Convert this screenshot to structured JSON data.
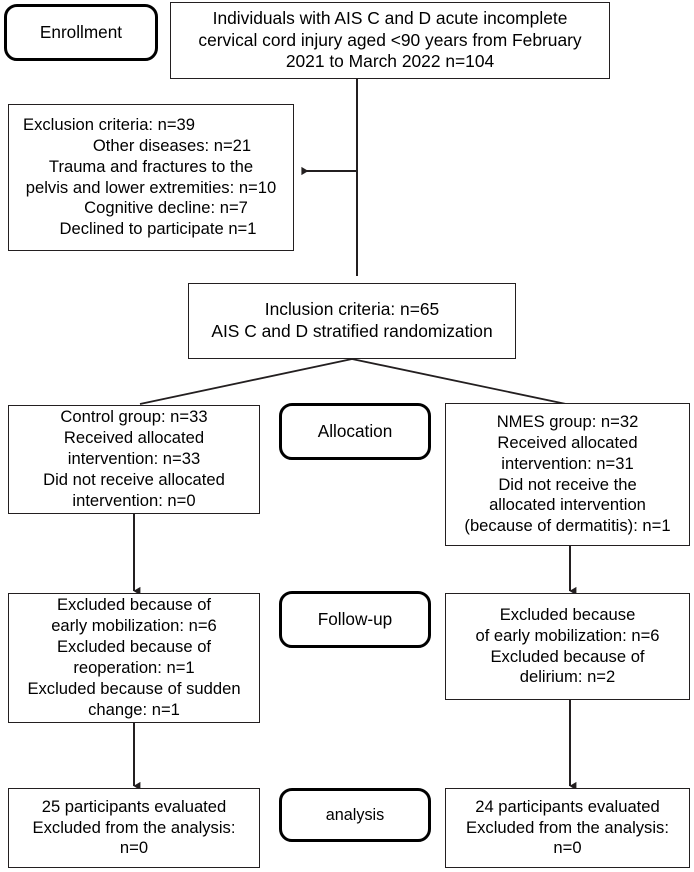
{
  "diagram": {
    "title": "CONSORT participant flow diagram",
    "stages": {
      "enrollment": "Enrollment",
      "allocation": "Allocation",
      "followup": "Follow-up",
      "analysis": "analysis"
    },
    "enrollment_box": {
      "lines": [
        "Individuals with AIS C and D acute incomplete",
        "cervical cord injury aged <90 years from February",
        "2021 to March 2022 n=104"
      ],
      "total": 104
    },
    "exclusion_box": {
      "lines": [
        "Exclusion criteria: n=39",
        "Other diseases: n=21",
        "Trauma and fractures to the",
        "pelvis and lower extremities: n=10",
        "Cognitive decline: n=7",
        "Declined to participate n=1"
      ],
      "total": 39,
      "items": [
        {
          "label": "Other diseases",
          "n": 21
        },
        {
          "label": "Trauma and fractures to the pelvis and lower extremities",
          "n": 10
        },
        {
          "label": "Cognitive decline",
          "n": 7
        },
        {
          "label": "Declined to participate",
          "n": 1
        }
      ]
    },
    "inclusion_box": {
      "lines": [
        "Inclusion criteria: n=65",
        "AIS C and D stratified randomization"
      ],
      "total": 65
    },
    "allocation_left": {
      "lines": [
        "Control group: n=33",
        "Received allocated",
        "intervention: n=33",
        "Did not receive allocated",
        "intervention: n=0"
      ],
      "group": "Control group",
      "allocated": 33,
      "received": 33,
      "not_received": 0
    },
    "allocation_right": {
      "lines": [
        "NMES group: n=32",
        "Received allocated",
        "intervention: n=31",
        "Did not receive the",
        "allocated intervention",
        "(because of dermatitis): n=1"
      ],
      "group": "NMES group",
      "allocated": 32,
      "received": 31,
      "not_received": 1
    },
    "followup_left": {
      "lines": [
        "Excluded because of",
        "early mobilization: n=6",
        "Excluded because of",
        "reoperation: n=1",
        "Excluded because of sudden",
        "change: n=1"
      ],
      "items": [
        {
          "label": "early mobilization",
          "n": 6
        },
        {
          "label": "reoperation",
          "n": 1
        },
        {
          "label": "sudden change",
          "n": 1
        }
      ]
    },
    "followup_right": {
      "lines": [
        "Excluded because",
        "of early mobilization: n=6",
        "Excluded because of",
        "delirium: n=2"
      ],
      "items": [
        {
          "label": "early mobilization",
          "n": 6
        },
        {
          "label": "delirium",
          "n": 2
        }
      ]
    },
    "analysis_left": {
      "lines": [
        "25 participants evaluated",
        "Excluded from the analysis:",
        "n=0"
      ],
      "evaluated": 25,
      "excluded": 0
    },
    "analysis_right": {
      "lines": [
        "24 participants evaluated",
        "Excluded from the analysis:",
        "n=0"
      ],
      "evaluated": 24,
      "excluded": 0
    },
    "colors": {
      "line": "#231f20",
      "stage_border": "#000000",
      "text": "#000000",
      "background": "#ffffff"
    }
  }
}
